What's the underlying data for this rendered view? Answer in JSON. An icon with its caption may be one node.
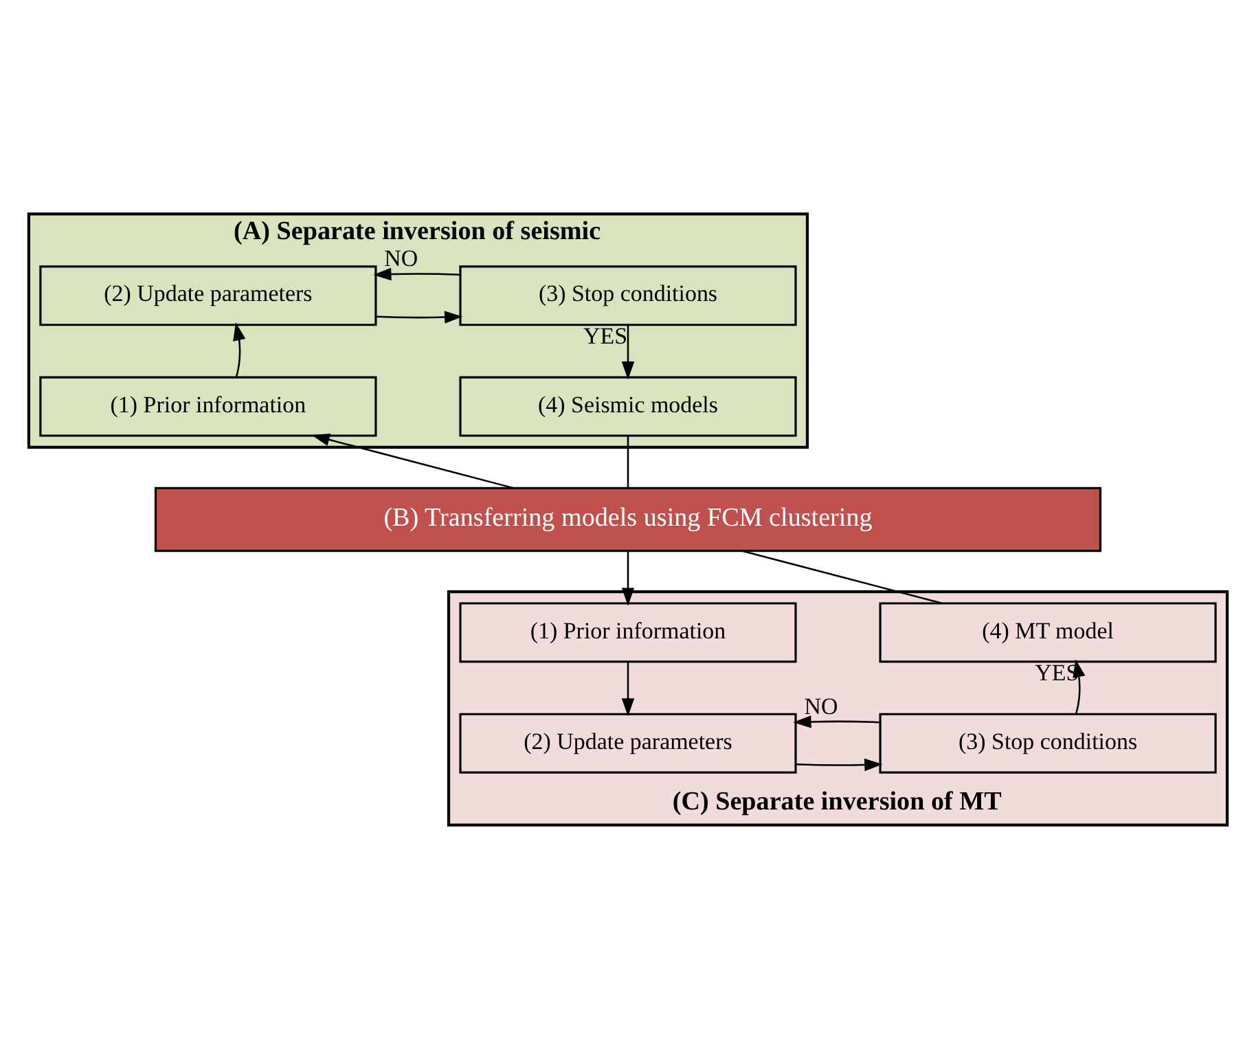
{
  "diagram": {
    "nodes": [
      {
        "text": [
          "(A) Separate inversion of seismic"
        ]
      },
      {
        "text": [
          "(2) Update parameters"
        ],
        "in": 0
      },
      {
        "text": [
          "(3) Stop conditions"
        ],
        "in": 0
      },
      {
        "text": [
          "(1) Prior information"
        ],
        "in": 0
      },
      {
        "text": [
          "(4) Seismic models"
        ],
        "in": 0
      },
      {
        "text": [
          "(B) Transferring models using FCM clustering"
        ]
      },
      {
        "text": [
          "(C) Separate inversion of MT"
        ]
      },
      {
        "text": [
          "(4) MT model"
        ],
        "in": 6
      },
      {
        "text": [
          "(1) Prior information"
        ],
        "in": 6
      },
      {
        "text": [
          "(3) Stop conditions"
        ],
        "in": 6
      },
      {
        "text": [
          "(2) Update parameters"
        ],
        "in": 6
      }
    ],
    "edges": [
      {
        "from": 1,
        "to": 2,
        "arrow": "to"
      },
      {
        "from": 2,
        "to": 1,
        "arrow": "to",
        "label": "NO"
      },
      {
        "from": 2,
        "to": 4,
        "arrow": "to",
        "label": "YES"
      },
      {
        "from": 3,
        "to": 1,
        "arrow": "to"
      },
      {
        "from": 5,
        "to": 3,
        "arrow": "to"
      },
      {
        "from": 4,
        "to": 5,
        "arrow": "none"
      },
      {
        "from": 5,
        "to": 8,
        "arrow": "to"
      },
      {
        "from": 7,
        "to": 5,
        "arrow": "none"
      },
      {
        "from": 8,
        "to": 10,
        "arrow": "to"
      },
      {
        "from": 10,
        "to": 9,
        "arrow": "to"
      },
      {
        "from": 9,
        "to": 10,
        "arrow": "to",
        "label": "NO"
      },
      {
        "from": 9,
        "to": 7,
        "arrow": "to",
        "label": "YES"
      }
    ]
  }
}
